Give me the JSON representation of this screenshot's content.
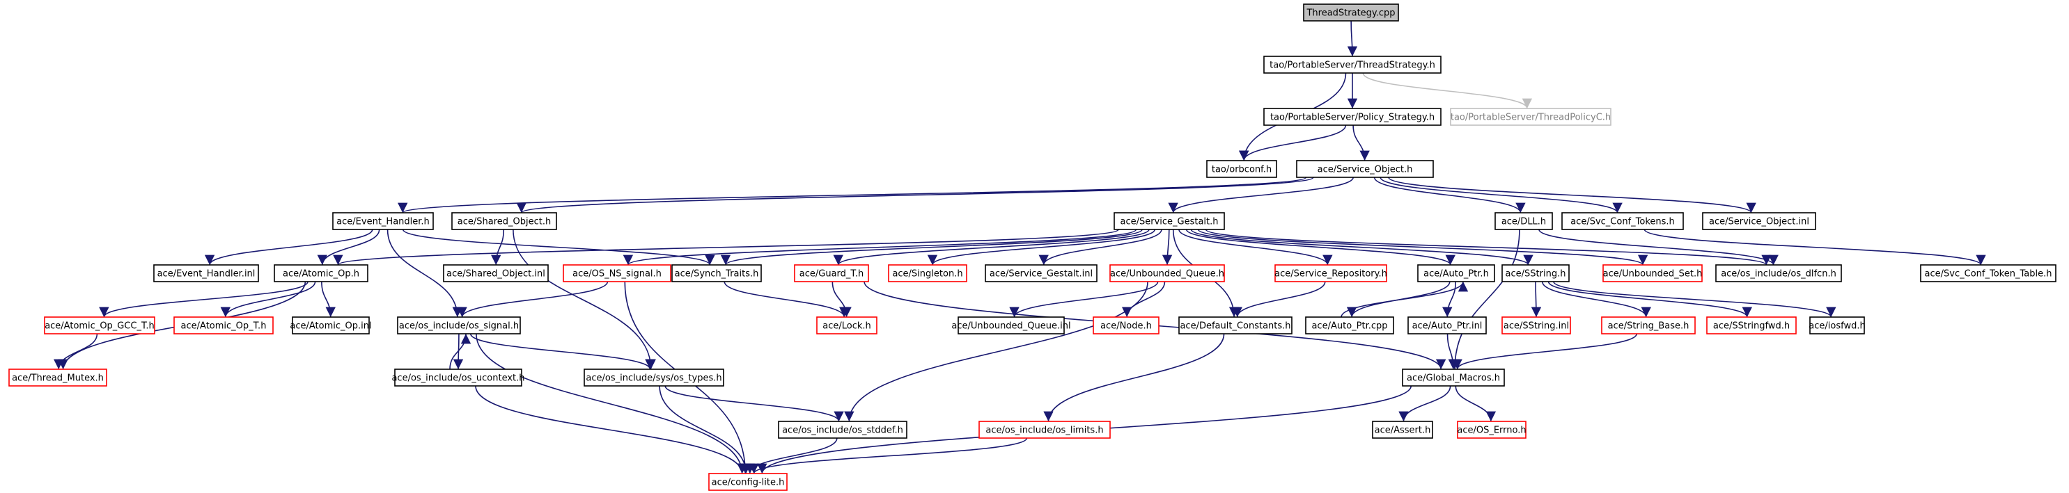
{
  "graph": {
    "colors": {
      "edge": "#191970",
      "normal_border": "#000000",
      "missing_border": "#ff0000",
      "root_fill": "#bfbfbf",
      "external_border": "#bfbfbf",
      "external_text": "#808080"
    },
    "nodes": [
      {
        "id": "n0",
        "label": "ThreadStrategy.cpp",
        "kind": "root"
      },
      {
        "id": "n1",
        "label": "tao/PortableServer/ThreadStrategy.h",
        "kind": "normal"
      },
      {
        "id": "n2",
        "label": "tao/PortableServer/Policy_Strategy.h",
        "kind": "normal"
      },
      {
        "id": "n3",
        "label": "tao/PortableServer/ThreadPolicyC.h",
        "kind": "external"
      },
      {
        "id": "n4",
        "label": "tao/orbconf.h",
        "kind": "normal"
      },
      {
        "id": "n5",
        "label": "ace/Service_Object.h",
        "kind": "normal"
      },
      {
        "id": "n6",
        "label": "ace/Event_Handler.h",
        "kind": "normal"
      },
      {
        "id": "n7",
        "label": "ace/Shared_Object.h",
        "kind": "normal"
      },
      {
        "id": "n8",
        "label": "ace/Service_Gestalt.h",
        "kind": "normal"
      },
      {
        "id": "n9",
        "label": "ace/DLL.h",
        "kind": "normal"
      },
      {
        "id": "n10",
        "label": "ace/Svc_Conf_Tokens.h",
        "kind": "normal"
      },
      {
        "id": "n11",
        "label": "ace/Service_Object.inl",
        "kind": "normal"
      },
      {
        "id": "n12",
        "label": "ace/Event_Handler.inl",
        "kind": "normal"
      },
      {
        "id": "n13",
        "label": "ace/Atomic_Op.h",
        "kind": "normal"
      },
      {
        "id": "n14",
        "label": "ace/Shared_Object.inl",
        "kind": "normal"
      },
      {
        "id": "n15",
        "label": "ace/OS_NS_signal.h",
        "kind": "missing"
      },
      {
        "id": "n16",
        "label": "ace/Synch_Traits.h",
        "kind": "normal"
      },
      {
        "id": "n17",
        "label": "ace/Guard_T.h",
        "kind": "missing"
      },
      {
        "id": "n18",
        "label": "ace/Singleton.h",
        "kind": "missing"
      },
      {
        "id": "n19",
        "label": "ace/Service_Gestalt.inl",
        "kind": "normal"
      },
      {
        "id": "n20",
        "label": "ace/Unbounded_Queue.h",
        "kind": "missing"
      },
      {
        "id": "n21",
        "label": "ace/Service_Repository.h",
        "kind": "missing"
      },
      {
        "id": "n22",
        "label": "ace/Auto_Ptr.h",
        "kind": "normal"
      },
      {
        "id": "n23",
        "label": "ace/SString.h",
        "kind": "normal"
      },
      {
        "id": "n24",
        "label": "ace/Unbounded_Set.h",
        "kind": "missing"
      },
      {
        "id": "n25",
        "label": "ace/os_include/os_dlfcn.h",
        "kind": "normal"
      },
      {
        "id": "n26",
        "label": "ace/Svc_Conf_Token_Table.h",
        "kind": "normal"
      },
      {
        "id": "n27",
        "label": "ace/Atomic_Op_GCC_T.h",
        "kind": "missing"
      },
      {
        "id": "n28",
        "label": "ace/Atomic_Op_T.h",
        "kind": "missing"
      },
      {
        "id": "n29",
        "label": "ace/Atomic_Op.inl",
        "kind": "normal"
      },
      {
        "id": "n30",
        "label": "ace/os_include/os_signal.h",
        "kind": "normal"
      },
      {
        "id": "n31",
        "label": "ace/Lock.h",
        "kind": "missing"
      },
      {
        "id": "n32",
        "label": "ace/Unbounded_Queue.inl",
        "kind": "normal"
      },
      {
        "id": "n33",
        "label": "ace/Node.h",
        "kind": "missing"
      },
      {
        "id": "n34",
        "label": "ace/Default_Constants.h",
        "kind": "normal"
      },
      {
        "id": "n35",
        "label": "ace/Auto_Ptr.cpp",
        "kind": "normal"
      },
      {
        "id": "n36",
        "label": "ace/Auto_Ptr.inl",
        "kind": "normal"
      },
      {
        "id": "n37",
        "label": "ace/SString.inl",
        "kind": "missing"
      },
      {
        "id": "n38",
        "label": "ace/String_Base.h",
        "kind": "missing"
      },
      {
        "id": "n39",
        "label": "ace/SStringfwd.h",
        "kind": "missing"
      },
      {
        "id": "n40",
        "label": "ace/iosfwd.h",
        "kind": "normal"
      },
      {
        "id": "n41",
        "label": "ace/Thread_Mutex.h",
        "kind": "missing"
      },
      {
        "id": "n42",
        "label": "ace/os_include/os_ucontext.h",
        "kind": "normal"
      },
      {
        "id": "n43",
        "label": "ace/os_include/sys/os_types.h",
        "kind": "normal"
      },
      {
        "id": "n44",
        "label": "ace/Global_Macros.h",
        "kind": "normal"
      },
      {
        "id": "n45",
        "label": "ace/os_include/os_stddef.h",
        "kind": "normal"
      },
      {
        "id": "n46",
        "label": "ace/os_include/os_limits.h",
        "kind": "missing"
      },
      {
        "id": "n47",
        "label": "ace/Assert.h",
        "kind": "normal"
      },
      {
        "id": "n48",
        "label": "ace/OS_Errno.h",
        "kind": "missing"
      },
      {
        "id": "n49",
        "label": "ace/config-lite.h",
        "kind": "missing"
      }
    ]
  }
}
